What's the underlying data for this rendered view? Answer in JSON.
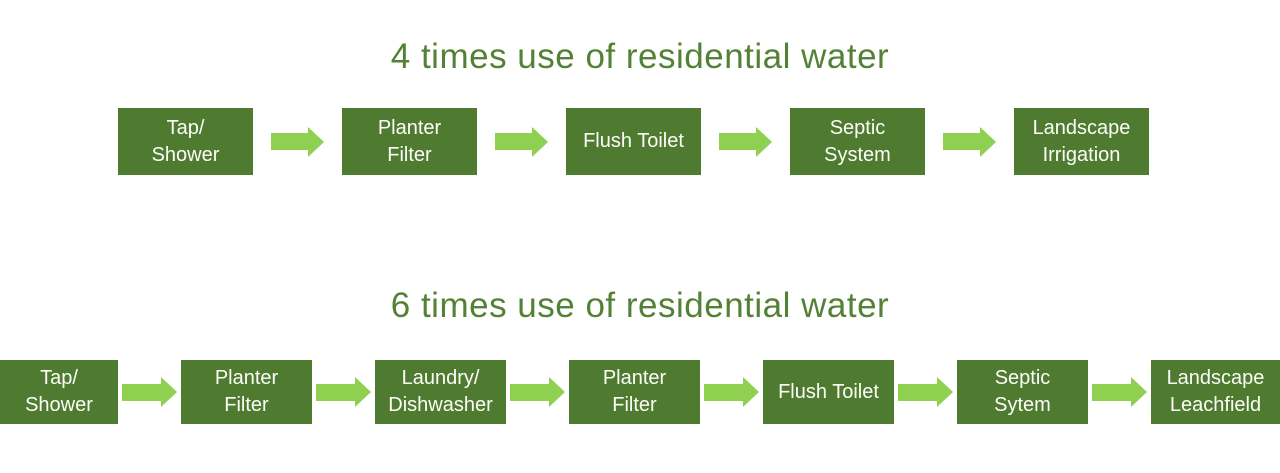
{
  "colors": {
    "background": "#FFFFFF",
    "box_fill": "#4F7B31",
    "box_text": "#FDFDF8",
    "arrow_fill": "#90D050",
    "title_text": "#538135"
  },
  "diagrams": [
    {
      "title": "4 times use of residential water",
      "steps": [
        {
          "lines": [
            "Tap/",
            "Shower"
          ]
        },
        {
          "lines": [
            "Planter",
            "Filter"
          ]
        },
        {
          "lines": [
            "Flush Toilet"
          ]
        },
        {
          "lines": [
            "Septic",
            "System"
          ]
        },
        {
          "lines": [
            "Landscape",
            "Irrigation"
          ]
        }
      ]
    },
    {
      "title": "6 times use of residential water",
      "steps": [
        {
          "lines": [
            "Tap/",
            "Shower"
          ]
        },
        {
          "lines": [
            "Planter",
            "Filter"
          ]
        },
        {
          "lines": [
            "Laundry/",
            "Dishwasher"
          ]
        },
        {
          "lines": [
            "Planter",
            "Filter"
          ]
        },
        {
          "lines": [
            "Flush Toilet"
          ]
        },
        {
          "lines": [
            "Septic",
            "Sytem"
          ]
        },
        {
          "lines": [
            "Landscape",
            "Leachfield"
          ]
        }
      ]
    }
  ]
}
